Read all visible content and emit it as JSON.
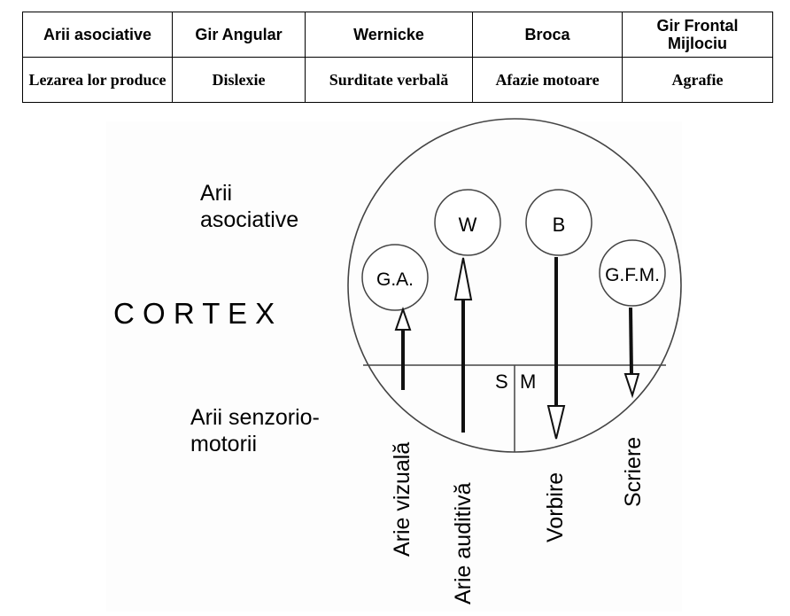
{
  "table": {
    "header": [
      "Arii asociative",
      "Gir Angular",
      "Wernicke",
      "Broca",
      "Gir Frontal Mijlociu"
    ],
    "effects": [
      "Lezarea lor produce",
      "Dislexie",
      "Surditate verbală",
      "Afazie motoare",
      "Agrafie"
    ]
  },
  "diagram": {
    "cortex_label": "C O R T E X",
    "assoc_label_line1": "Arii",
    "assoc_label_line2": "asociative",
    "senso_label_line1": "Arii senzorio-",
    "senso_label_line2": "motorii",
    "areas": {
      "ga": "G.A.",
      "w": "W",
      "b": "B",
      "gfm": "G.F.M."
    },
    "s_label": "S",
    "m_label": "M",
    "bottom_labels": [
      "Arie vizuală",
      "Arie auditivă",
      "Vorbire",
      "Scriere"
    ]
  }
}
